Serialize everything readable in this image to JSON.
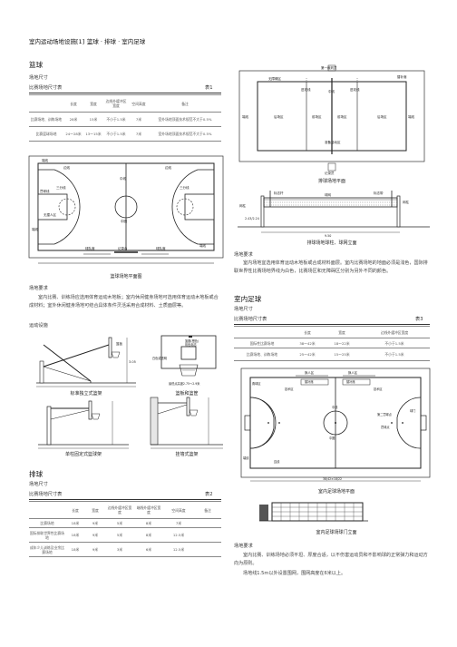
{
  "page_title": "室内运动场地设施[1]",
  "page_subtitle": "篮球 · 排球 · 室内足球",
  "basketball": {
    "heading": "篮球",
    "size_label": "场地尺寸",
    "table_caption": "比赛场地尺寸表",
    "table_no": "表1",
    "headers": [
      "",
      "长度",
      "宽度",
      "边线外缓冲区宽度",
      "空间高度",
      "备注"
    ],
    "rows": [
      [
        "比赛场地、训练场地",
        "28米",
        "15米",
        "不小于1.5米",
        "7米",
        "室外场地顶面技术规范不大于0.5%"
      ],
      [
        "比赛篮球场地",
        "24～28米",
        "13～15米",
        "不小于1.5米",
        "7米",
        "室外场地顶面技术规范不大于0.5%"
      ]
    ],
    "plan_caption": "篮球场地平面图",
    "req_heading": "场地要求",
    "req_text": "室内比赛、训练场应选用体育运动木地板；室内休闲健身场地可选用体育运动木地板或合成材料；室外休闲健身场地可结合具体条件灵活采用合成材料、土质面层等。",
    "facilities_heading": "运动设施",
    "fig1": "标准独立式篮架",
    "fig2": "篮板和篮筐",
    "fig3": "单柱固定式篮球架",
    "fig4": "挂墙式篮架",
    "plan_labels": {
      "endline": "端线",
      "sideline": "边线",
      "centerline": "中线",
      "center_circle": "中圈",
      "three_point": "三分线",
      "free_throw": "罚球线",
      "no_charge": "无撞人区",
      "bench": "球队席",
      "table": "记录台"
    },
    "fig_labels": {
      "backboard": "篮板",
      "rim": "篮圈(板/白)",
      "net": "篮网",
      "pad": "保护垫",
      "height": "3.05",
      "a": "篮圈(橙色)",
      "b": "彩色标志",
      "c": "白色或透明",
      "d": "最低点高度2.75～2.9米"
    }
  },
  "volleyball": {
    "heading": "排球",
    "size_label": "场地尺寸",
    "table_caption": "比赛场地尺寸表",
    "table_no": "表2",
    "headers": [
      "",
      "长度",
      "宽度",
      "边线外缓冲区宽度",
      "端线外缓冲区宽度",
      "空间高度",
      "备注"
    ],
    "rows": [
      [
        "比赛场地",
        "18米",
        "9米",
        "5米",
        "8米",
        "7米",
        ""
      ],
      [
        "国际排联世界性比赛场地",
        "18米",
        "9米",
        "5米",
        "8米",
        "12.5米",
        ""
      ],
      [
        "成年少儿训练及业余比赛场地",
        "18米",
        "9米",
        "3米",
        "6米",
        "12.5米",
        ""
      ]
    ],
    "plan_caption": "排球场地平面",
    "elev_caption": "排球场地球柱、球网立面",
    "req_heading": "场地要求",
    "req_text": "室内场地宜选用体育运动木地板或合成材料面层。室内比赛场地的地面必须是浅色，国际排联世界性比赛场地界线为白色，比赛场区和无障碍区分别为另外不同的颜色。",
    "plan_labels": {
      "service": "发球区",
      "attack": "前场区",
      "back": "后场区",
      "center": "中线",
      "free": "无障碍区",
      "end": "端线",
      "side": "边线",
      "attack_line": "进攻线",
      "warmup": "准备活动区",
      "sub": "替补席",
      "first_ref": "第一裁判员",
      "scorer": "记录员"
    },
    "elev_labels": {
      "net": "球网",
      "antenna": "标志杆",
      "band": "标志带",
      "post": "网柱",
      "h": "2.43/2.24",
      "w": "9.50"
    }
  },
  "futsal": {
    "heading": "室内足球",
    "size_label": "场地尺寸",
    "table_caption": "比赛场地尺寸表",
    "table_no": "表3",
    "headers": [
      "",
      "长度",
      "宽度",
      "边线外缓冲区宽度"
    ],
    "rows": [
      [
        "国际性比赛场地",
        "38～42米",
        "18～22米",
        "不小于1.5米"
      ],
      [
        "比赛场地、训练场地",
        "25～42米",
        "15～25米",
        "不小于1.5米"
      ]
    ],
    "plan_caption": "室内足球场地平面",
    "goal_caption": "室内足球场球门立面",
    "req_heading": "场地要求",
    "req_text_1": "室内比赛、训练场地必须平坦、厚度合适，以不伤害运动员和不影响球的正常弹力和运动方向为原则。",
    "req_text_2": "场地线1.5m以外设置围网，围网高度在6米以上。",
    "plan_labels": {
      "sub_zone": "换人区",
      "tech": "技术区",
      "bench": "替补席",
      "penalty": "罚球点",
      "second_penalty": "第二罚球点",
      "goal": "球门",
      "corner": "角球区",
      "center": "中线",
      "center_circle": "中圈",
      "side": "边线",
      "end": "端线",
      "dim": "38/42×18/22"
    }
  }
}
